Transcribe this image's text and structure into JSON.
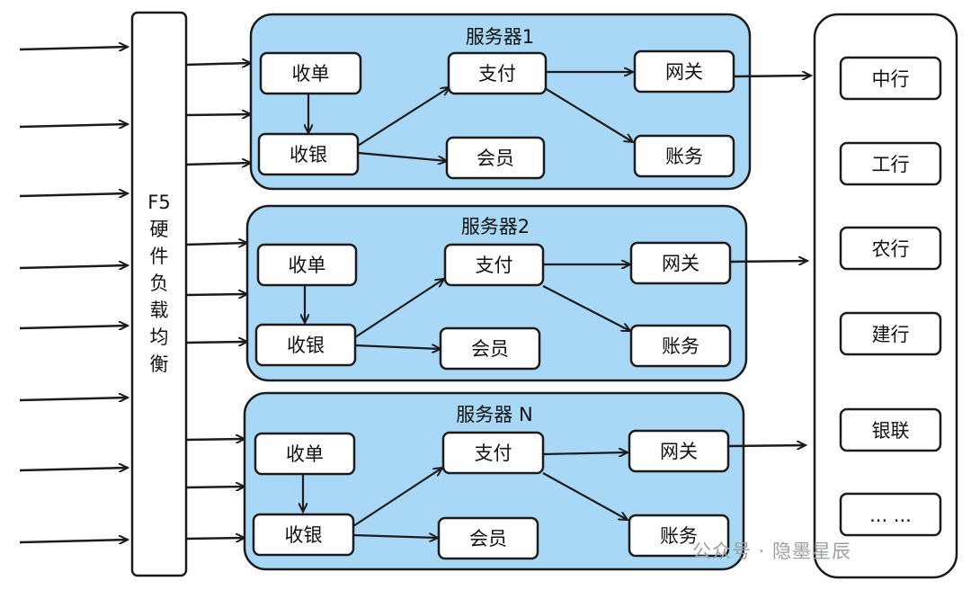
{
  "load_balancer": {
    "title": "F5",
    "label_chars": [
      "硬",
      "件",
      "负",
      "载",
      "均",
      "衡"
    ]
  },
  "servers": [
    {
      "title": "服务器1",
      "modules": {
        "shoudan": "收单",
        "shouyin": "收银",
        "zhifu": "支付",
        "huiyuan": "会员",
        "wangguan": "网关",
        "zhangwu": "账务"
      }
    },
    {
      "title": "服务器2",
      "modules": {
        "shoudan": "收单",
        "shouyin": "收银",
        "zhifu": "支付",
        "huiyuan": "会员",
        "wangguan": "网关",
        "zhangwu": "账务"
      }
    },
    {
      "title": "服务器 N",
      "modules": {
        "shoudan": "收单",
        "shouyin": "收银",
        "zhifu": "支付",
        "huiyuan": "会员",
        "wangguan": "网关",
        "zhangwu": "账务"
      }
    }
  ],
  "banks": [
    "中行",
    "工行",
    "农行",
    "建行",
    "银联",
    "... ..."
  ],
  "watermark": "公众号 · 隐墨星辰",
  "colors": {
    "server_fill": "#a9d7f6",
    "stroke": "#1b1b1b",
    "node_fill": "#ffffff"
  }
}
